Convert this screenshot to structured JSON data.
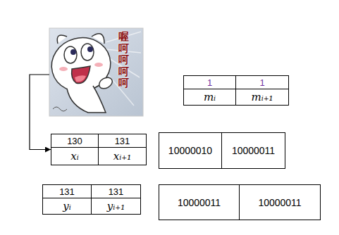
{
  "diagram": {
    "nodes": [
      {
        "text": [
          "喔呵呵呵呵"
        ]
      },
      {
        "text": [
          "1",
          "1",
          "mᵢ",
          "mᵢ₊₁"
        ]
      },
      {
        "text": [
          "130",
          "131",
          "xᵢ",
          "xᵢ₊₁"
        ]
      },
      {
        "text": [
          "10000010",
          "10000011"
        ]
      },
      {
        "text": [
          "131",
          "131",
          "yᵢ",
          "yᵢ₊₁"
        ]
      },
      {
        "text": [
          "10000011",
          "10000011"
        ]
      }
    ],
    "edges": [
      {
        "from": 0,
        "to": 2,
        "arrow": "to"
      }
    ]
  }
}
